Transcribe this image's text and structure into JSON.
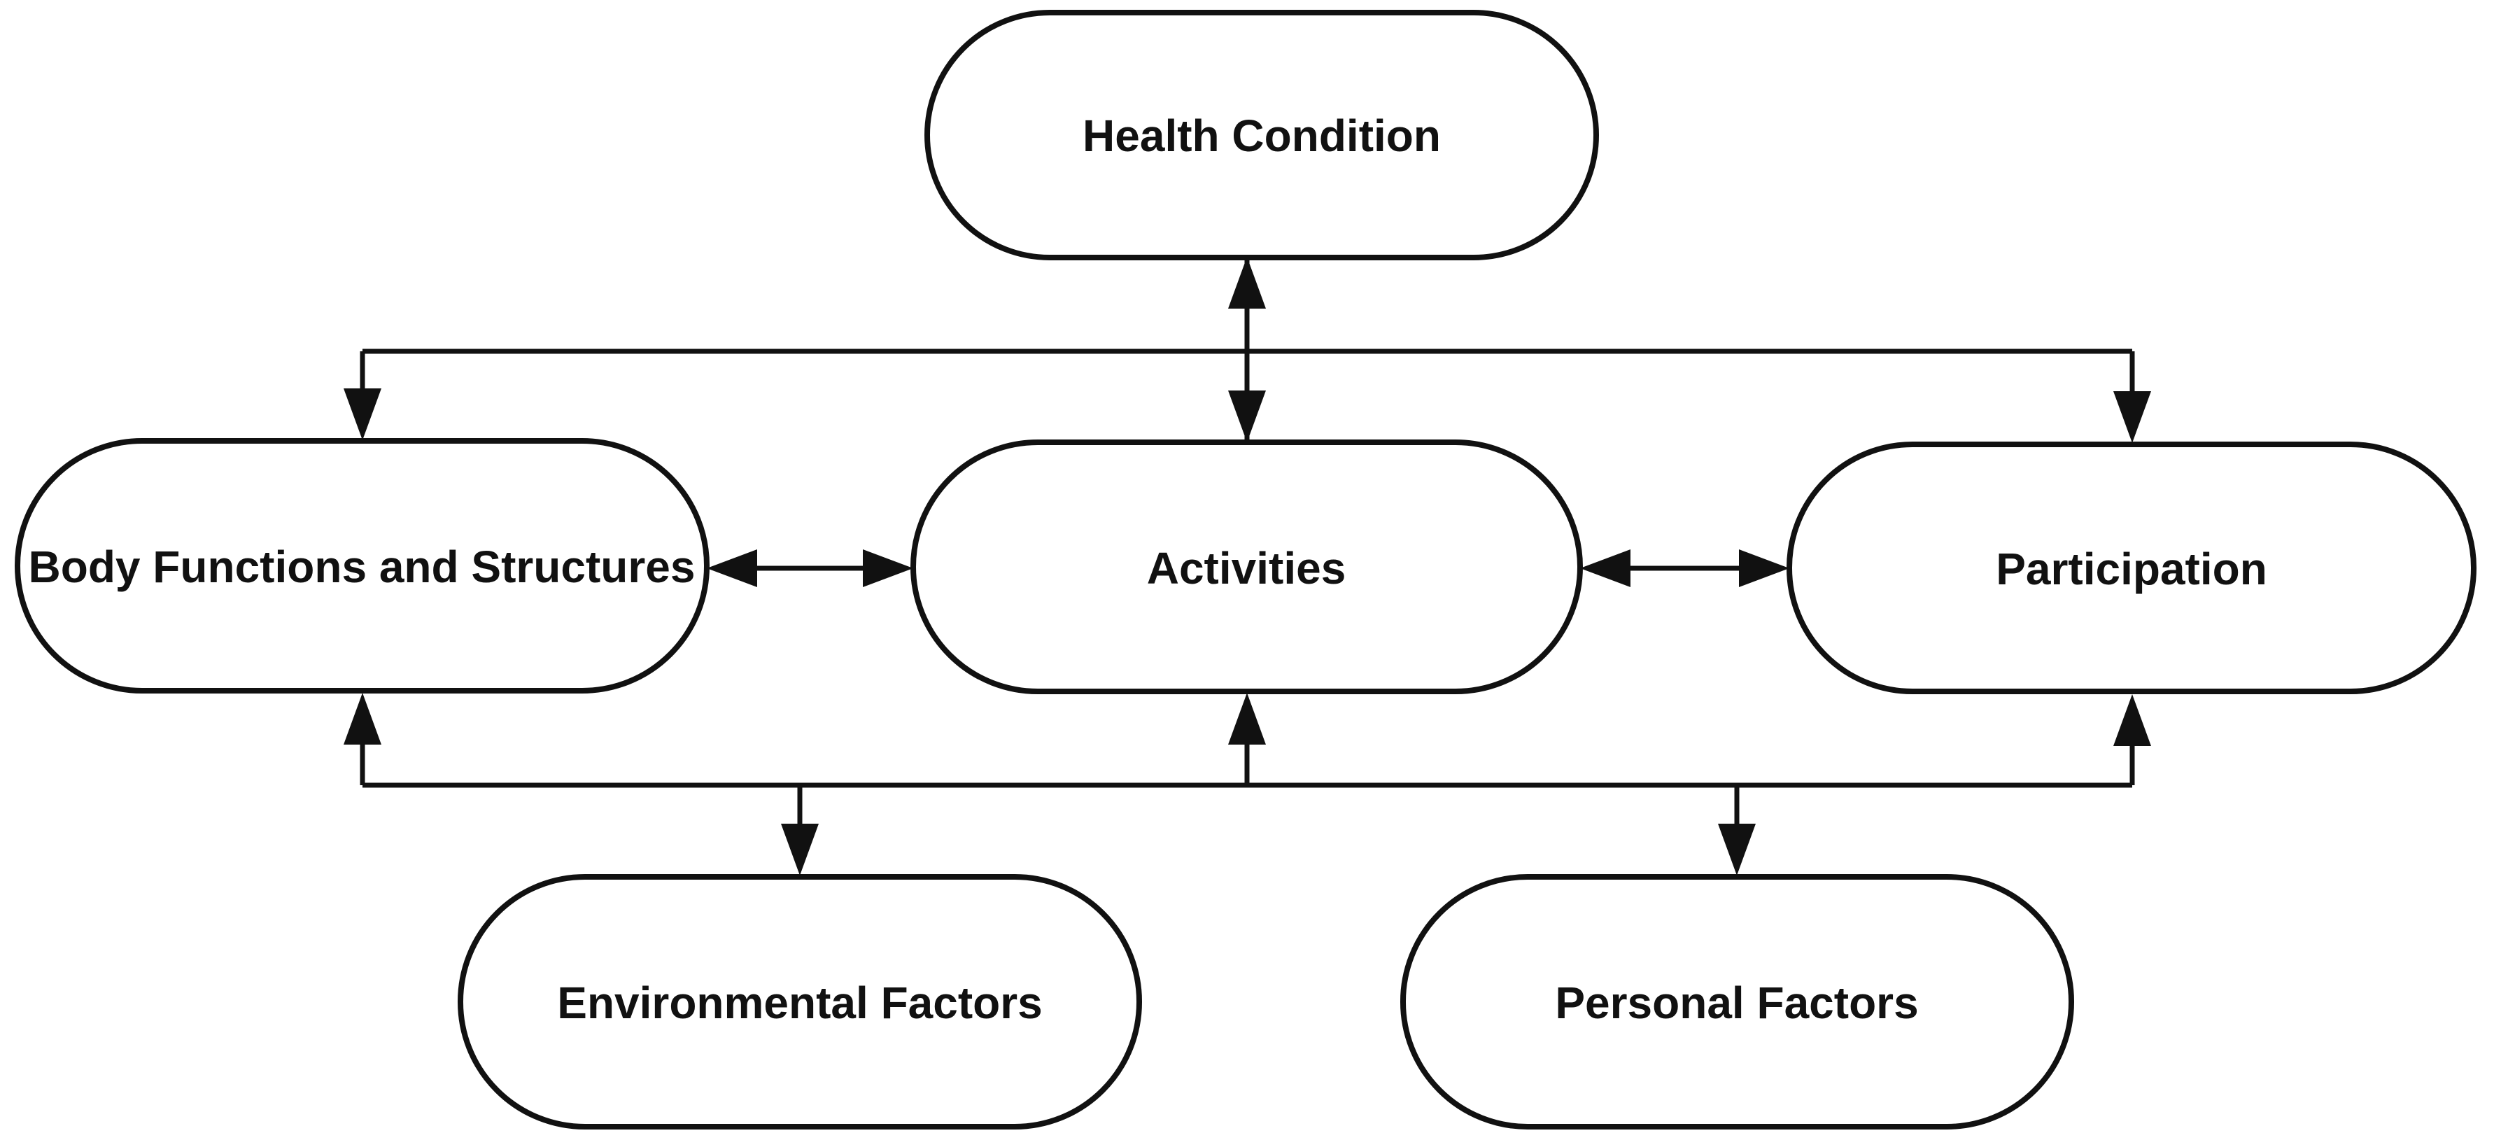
{
  "figure": {
    "title": "ICF model flow diagram",
    "background_color": "#ffffff",
    "stroke_color": "#111111",
    "text_color": "#111111"
  },
  "nodes": {
    "health_condition": {
      "label": "Health Condition"
    },
    "body_functions": {
      "label": "Body Functions and Structures"
    },
    "activities": {
      "label": "Activities"
    },
    "participation": {
      "label": "Participation"
    },
    "environmental_factors": {
      "label": "Environmental Factors"
    },
    "personal_factors": {
      "label": "Personal Factors"
    }
  },
  "edges": [
    {
      "id": "health-condition-activities",
      "ends": [
        "health_condition",
        "activities"
      ],
      "type": "double_arrow_vertical"
    },
    {
      "id": "health-condition-body-functions",
      "ends": [
        "health_condition",
        "body_functions"
      ],
      "type": "branch_arrow_down_into_body_functions"
    },
    {
      "id": "health-condition-participation",
      "ends": [
        "health_condition",
        "participation"
      ],
      "type": "branch_arrow_down_into_participation"
    },
    {
      "id": "body-functions-activities",
      "ends": [
        "body_functions",
        "activities"
      ],
      "type": "double_arrow_horizontal"
    },
    {
      "id": "activities-participation",
      "ends": [
        "activities",
        "participation"
      ],
      "type": "double_arrow_horizontal"
    },
    {
      "id": "contextual-factors-line",
      "type": "shared_bottom_line",
      "arrows_up_into": [
        "body_functions",
        "activities",
        "participation"
      ],
      "arrows_down_into": [
        "environmental_factors",
        "personal_factors"
      ]
    }
  ]
}
